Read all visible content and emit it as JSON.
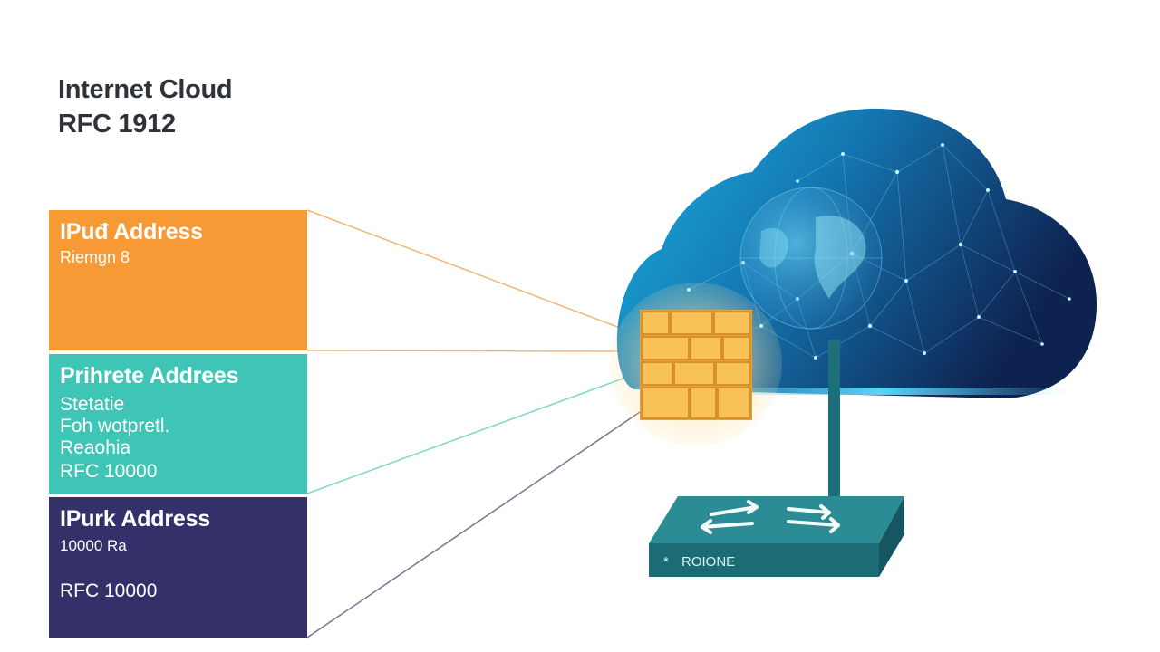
{
  "title": {
    "line1": "Internet Cloud",
    "line2": "RFC 1912"
  },
  "panels": [
    {
      "heading": "IPuđ Address",
      "lines": [
        "Riemgn 8"
      ],
      "color": "#f79a35"
    },
    {
      "heading": "Prihrete Addrees",
      "lines": [
        "Stetatie",
        "Foh wotpretl.",
        "Reaohia",
        "RFC 10000"
      ],
      "color": "#3fc5b5"
    },
    {
      "heading": "IPurk Address",
      "lines": [
        "10000 Ra",
        "RFC 10000"
      ],
      "color": "#34306a"
    }
  ],
  "device": {
    "label": "ROIONE",
    "marker": "*"
  },
  "icons": {
    "cloud": "cloud-network-icon",
    "globe": "globe-icon",
    "firewall": "brick-firewall-icon",
    "router": "router-device-icon"
  },
  "colors": {
    "cloud_light": "#1aa6d6",
    "cloud_dark": "#0f2a55",
    "firewall": "#f4b23e",
    "router": "#1f6f7a"
  }
}
